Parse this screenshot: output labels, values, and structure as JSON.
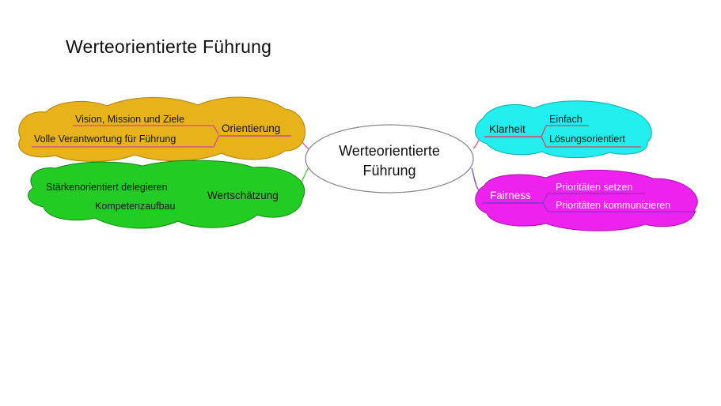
{
  "title": "Werteorientierte Führung",
  "center": {
    "line1": "Werteorientierte",
    "line2": "Führung"
  },
  "colors": {
    "gold": "#e8b21a",
    "green": "#22cc22",
    "cyan": "#22eeee",
    "magenta": "#ee22ee"
  },
  "branches": {
    "orientierung": {
      "label": "Orientierung",
      "items": [
        "Vision, Mission und Ziele",
        "Volle Verantwortung für Führung"
      ]
    },
    "wertschaetzung": {
      "label": "Wertschätzung",
      "items": [
        "Stärkenorientiert delegieren",
        "Kompetenzaufbau"
      ]
    },
    "klarheit": {
      "label": "Klarheit",
      "items": [
        "Einfach",
        "Lösungsorientiert"
      ]
    },
    "fairness": {
      "label": "Fairness",
      "items": [
        "Prioritäten setzen",
        "Prioritäten kommunizieren"
      ]
    }
  }
}
